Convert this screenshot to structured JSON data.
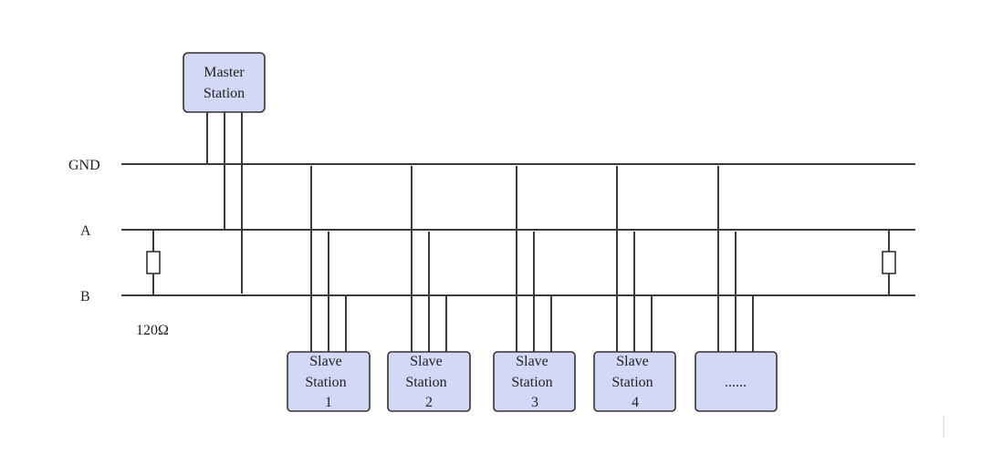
{
  "buses": {
    "gnd_label": "GND",
    "a_label": "A",
    "b_label": "B"
  },
  "resistor": {
    "value_label": "120Ω"
  },
  "master": {
    "line1": "Master",
    "line2": "Station"
  },
  "slaves": [
    {
      "line1": "Slave",
      "line2": "Station",
      "line3": "1"
    },
    {
      "line1": "Slave",
      "line2": "Station",
      "line3": "2"
    },
    {
      "line1": "Slave",
      "line2": "Station",
      "line3": "3"
    },
    {
      "line1": "Slave",
      "line2": "Station",
      "line3": "4"
    },
    {
      "line1": "......",
      "line2": "",
      "line3": ""
    }
  ],
  "colors": {
    "station_fill": "#d4d8f7",
    "line": "#3a3a3a"
  }
}
